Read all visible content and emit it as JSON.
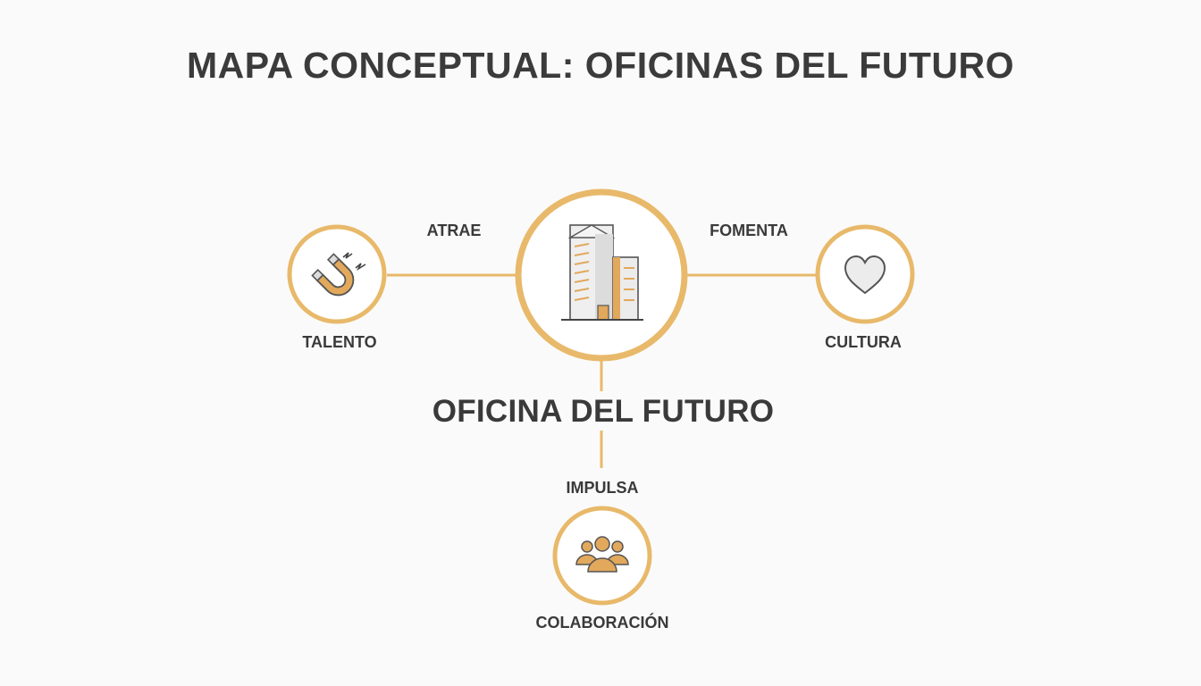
{
  "title": "MAPA CONCEPTUAL: OFICINAS DEL FUTURO",
  "center": {
    "label": "OFICINA DEL FUTURO",
    "icon": "building-icon"
  },
  "relations": {
    "left": "ATRAE",
    "right": "FOMENTA",
    "bottom": "IMPULSA"
  },
  "nodes": {
    "left": {
      "label": "TALENTO",
      "icon": "magnet-icon"
    },
    "right": {
      "label": "CULTURA",
      "icon": "heart-icon"
    },
    "bottom": {
      "label": "COLABORACIÓN",
      "icon": "people-group-icon"
    }
  },
  "colors": {
    "accent": "#e8b96a",
    "icon_fill": "#e2a85c",
    "text": "#3a3a3a",
    "background": "#fafafa"
  }
}
